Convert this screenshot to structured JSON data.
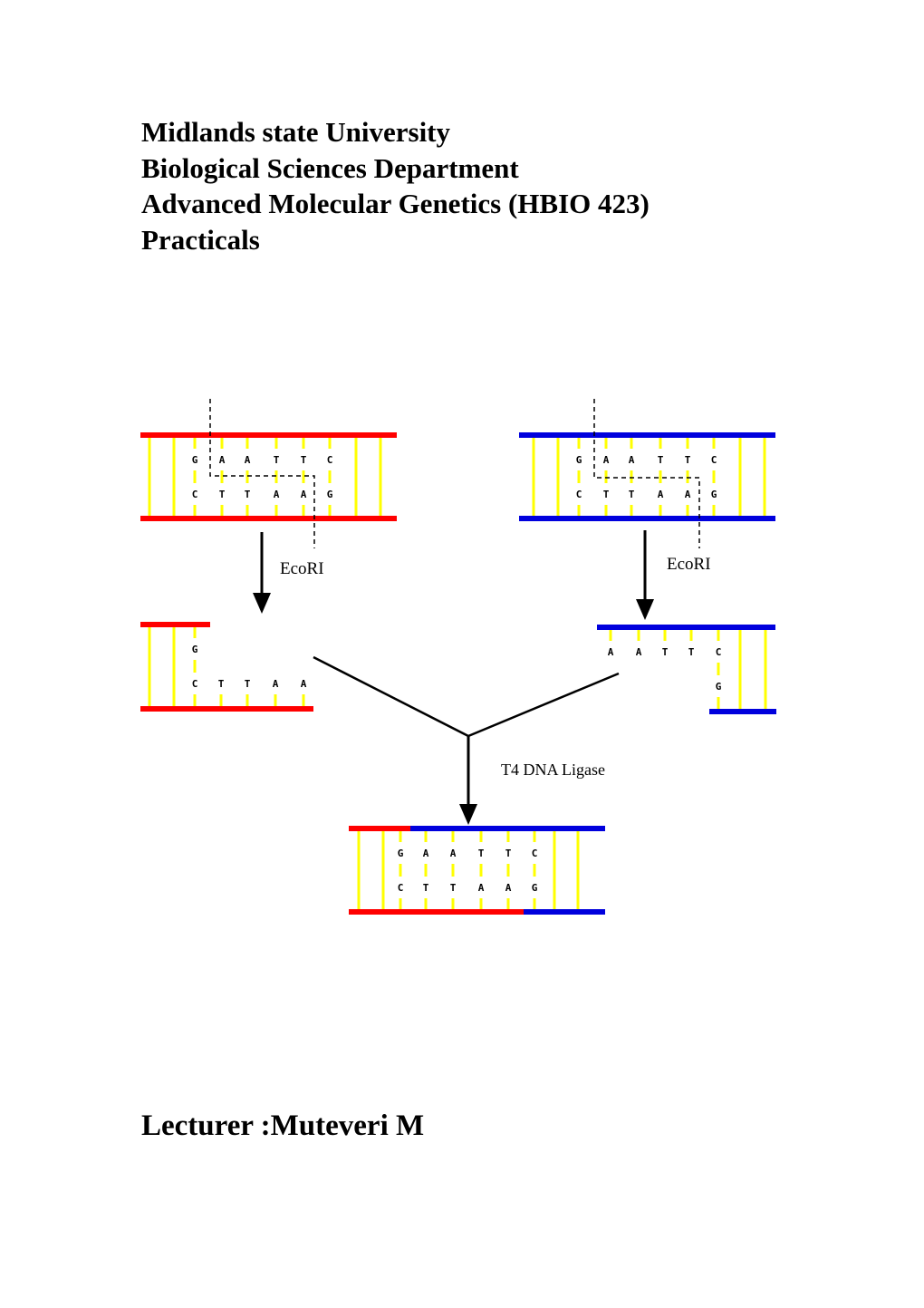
{
  "document": {
    "title_lines": [
      "Midlands state University",
      "Biological Sciences Department",
      "Advanced Molecular Genetics (HBIO 423)",
      "Practicals"
    ],
    "lecturer": "Lecturer :Muteveri M"
  },
  "diagram": {
    "colors": {
      "dna1_strand": "#ff0000",
      "dna2_strand": "#0000dd",
      "base_pair": "#ffff00",
      "line": "#000000"
    },
    "recognition_site": {
      "top": [
        "G",
        "A",
        "A",
        "T",
        "T",
        "C"
      ],
      "bottom": [
        "C",
        "T",
        "T",
        "A",
        "A",
        "G"
      ]
    },
    "left_fragment": {
      "top": [
        "G"
      ],
      "bottom": [
        "C",
        "T",
        "T",
        "A",
        "A"
      ]
    },
    "right_fragment": {
      "top": [
        "A",
        "A",
        "T",
        "T",
        "C"
      ],
      "bottom": [
        "G"
      ]
    },
    "labels": {
      "enzyme_left": "EcoRI",
      "enzyme_right": "EcoRI",
      "ligase": "T4  DNA Ligase"
    }
  }
}
